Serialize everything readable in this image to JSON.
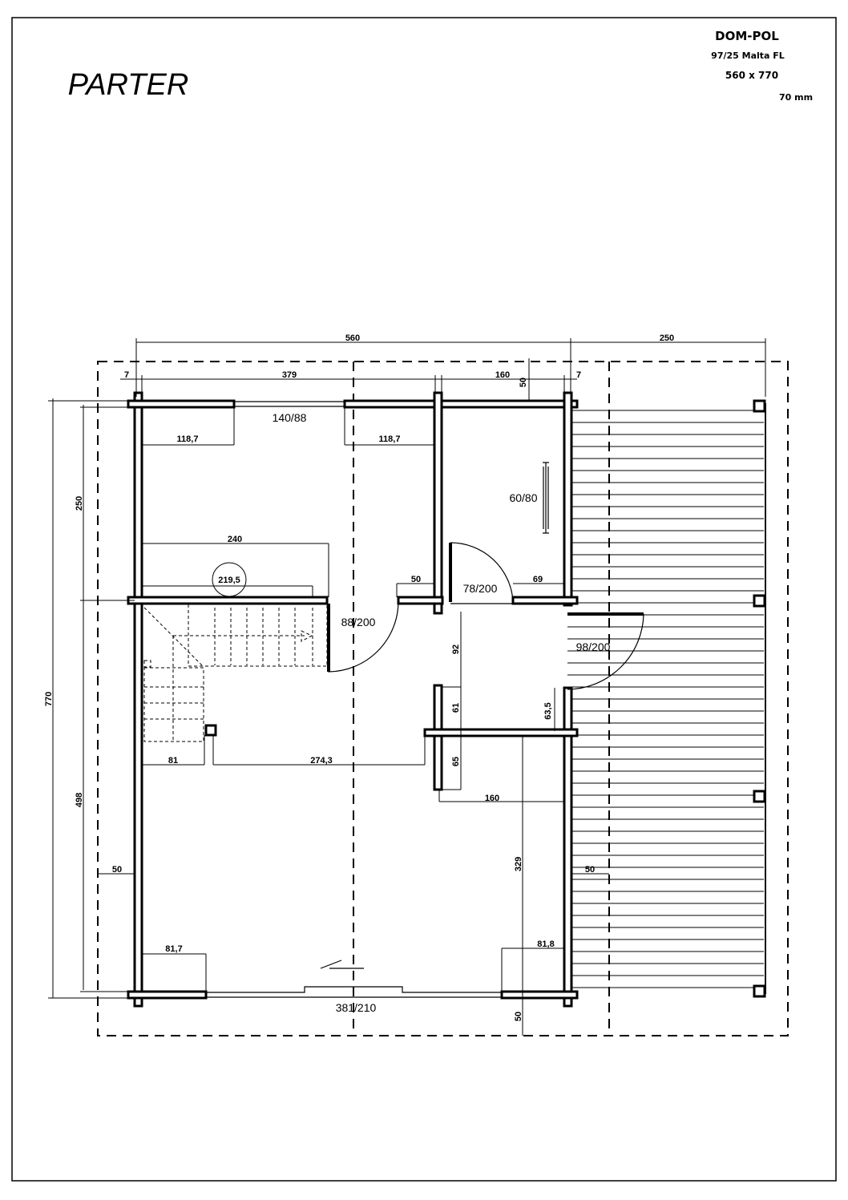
{
  "title": "PARTER",
  "header": {
    "company": "DOM-POL",
    "model": "97/25 Malta FL",
    "size": "560 x 770",
    "wall_thickness": "70 mm"
  },
  "dimensions": {
    "total_width": "560",
    "terrace_width": "250",
    "left_overhang": "7",
    "room_width": "379",
    "small_room_width": "160",
    "top_offset": "50",
    "right_overhang": "7",
    "window_left": "118,7",
    "window_right": "118,7",
    "width_240": "240",
    "stair_opening": "219,5",
    "wall_50": "50",
    "wall_69": "69",
    "d92": "92",
    "d61": "61",
    "d63": "63,5",
    "d81": "81",
    "d274": "274,3",
    "d65": "65",
    "d160b": "160",
    "d329": "329",
    "d50_left": "50",
    "d50_right": "50",
    "d81_7": "81,7",
    "d81_8": "81,8",
    "d50_bottom": "50",
    "height_250": "250",
    "height_770": "770",
    "height_498": "498"
  },
  "openings": {
    "window_top": "140/88",
    "window_small": "60/80",
    "door_bath": "78/200",
    "door_room": "88/200",
    "door_entry": "98/200",
    "door_terrace": "381/210"
  }
}
